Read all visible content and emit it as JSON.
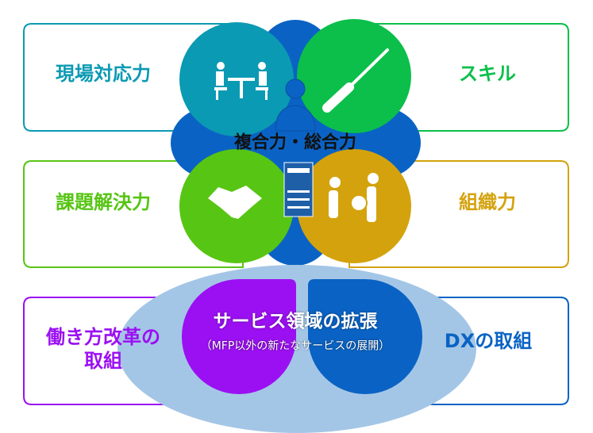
{
  "center_label": "複合力・総合力",
  "boxes": {
    "field_response": {
      "label": "現場対応力",
      "color": "#0b9ab3"
    },
    "skill": {
      "label": "スキル",
      "color": "#0bbf4a"
    },
    "problem_solving": {
      "label": "課題解決力",
      "color": "#57c514"
    },
    "organization": {
      "label": "組織力",
      "color": "#d4a20d"
    },
    "work_style": {
      "label_line1": "働き方改革の",
      "label_line2": "取組",
      "color": "#9b10f2"
    },
    "dx": {
      "label": "DXの取組",
      "color": "#0a63c4"
    }
  },
  "service": {
    "title": "サービス領域の拡張",
    "subtitle": "（MFP以外の新たなサービスの展開）",
    "ellipse_color": "#a4c6e6"
  },
  "clover_color": "#0a63c4",
  "icons": [
    "meeting-icon",
    "screwdriver-icon",
    "handshake-icon",
    "teamwork-icon",
    "person-icon",
    "mfp-printer-icon"
  ]
}
